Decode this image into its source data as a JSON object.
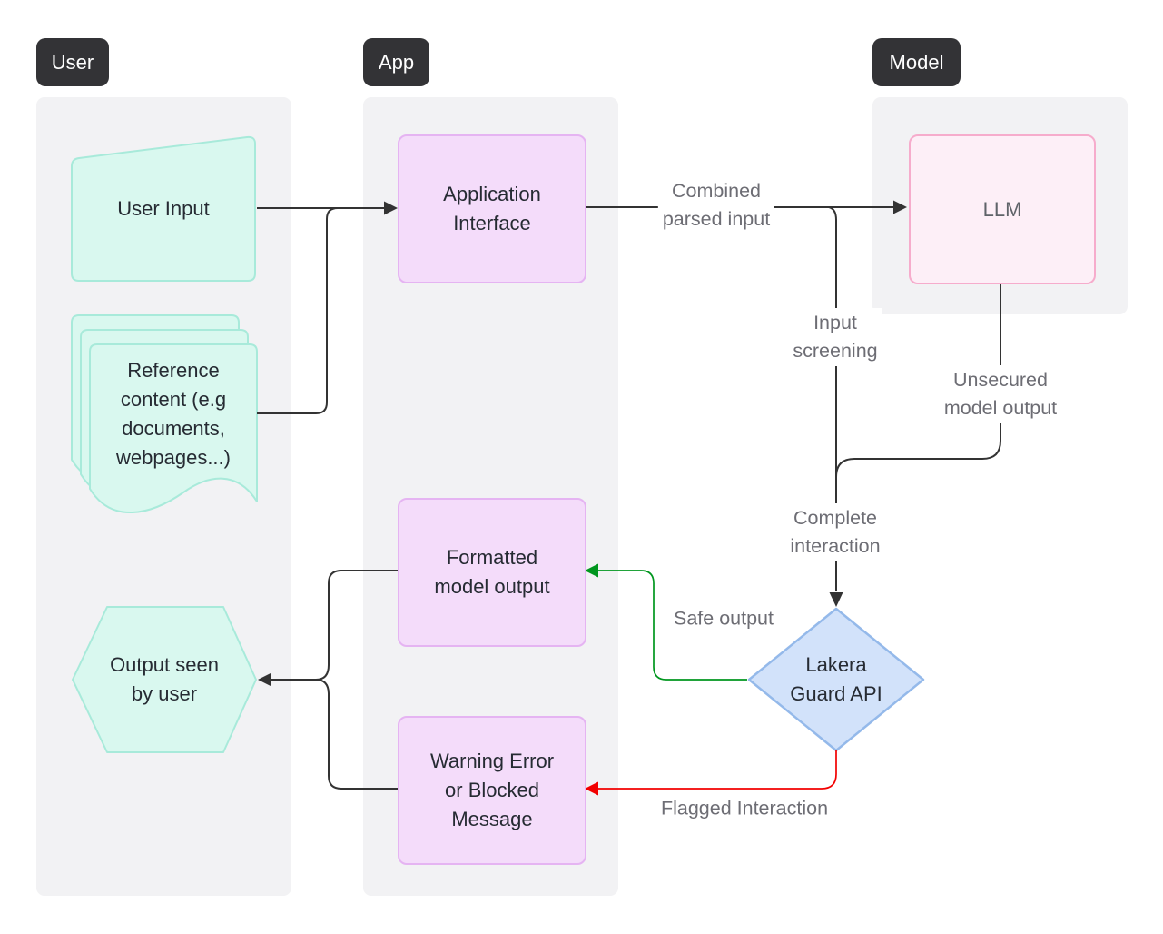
{
  "diagram": {
    "lanes": [
      {
        "label": "User"
      },
      {
        "label": "App"
      },
      {
        "label": "Model"
      }
    ],
    "nodes": {
      "user_input": {
        "label": "User Input"
      },
      "reference_content": {
        "lines": [
          "Reference",
          "content (e.g",
          "documents,",
          "webpages...)"
        ]
      },
      "application_interface": {
        "lines": [
          "Application",
          "Interface"
        ]
      },
      "llm": {
        "label": "LLM"
      },
      "formatted_model_output": {
        "lines": [
          "Formatted",
          "model output"
        ]
      },
      "warning_message": {
        "lines": [
          "Warning Error",
          "or Blocked",
          "Message"
        ]
      },
      "output_seen_by_user": {
        "lines": [
          "Output seen",
          "by user"
        ]
      },
      "lakera_guard_api": {
        "lines": [
          "Lakera",
          "Guard API"
        ]
      }
    },
    "edge_labels": {
      "combined_parsed_input": {
        "lines": [
          "Combined",
          "parsed input"
        ]
      },
      "input_screening": {
        "lines": [
          "Input",
          "screening"
        ]
      },
      "unsecured_model_output": {
        "lines": [
          "Unsecured",
          "model output"
        ]
      },
      "complete_interaction": {
        "lines": [
          "Complete",
          "interaction"
        ]
      },
      "safe_output": {
        "label": "Safe output"
      },
      "flagged_interaction": {
        "label": "Flagged Interaction"
      }
    },
    "colors": {
      "lane_bg": "#f2f2f4",
      "badge_bg": "#333336",
      "badge_text": "#ffffff",
      "teal_fill": "#d9f8ef",
      "teal_border": "#a8eada",
      "purple_fill": "#f4dcfa",
      "purple_border": "#e5b4f2",
      "pink_fill": "#fdeff7",
      "pink_border": "#f6accc",
      "blue_fill": "#d2e2fa",
      "blue_border": "#94b9ea",
      "edge_dark": "#333333",
      "edge_green": "#00961e",
      "edge_red": "#f20000",
      "node_text": "#262b33",
      "llm_text": "#5f6369",
      "label_text": "#6d6d74"
    }
  }
}
